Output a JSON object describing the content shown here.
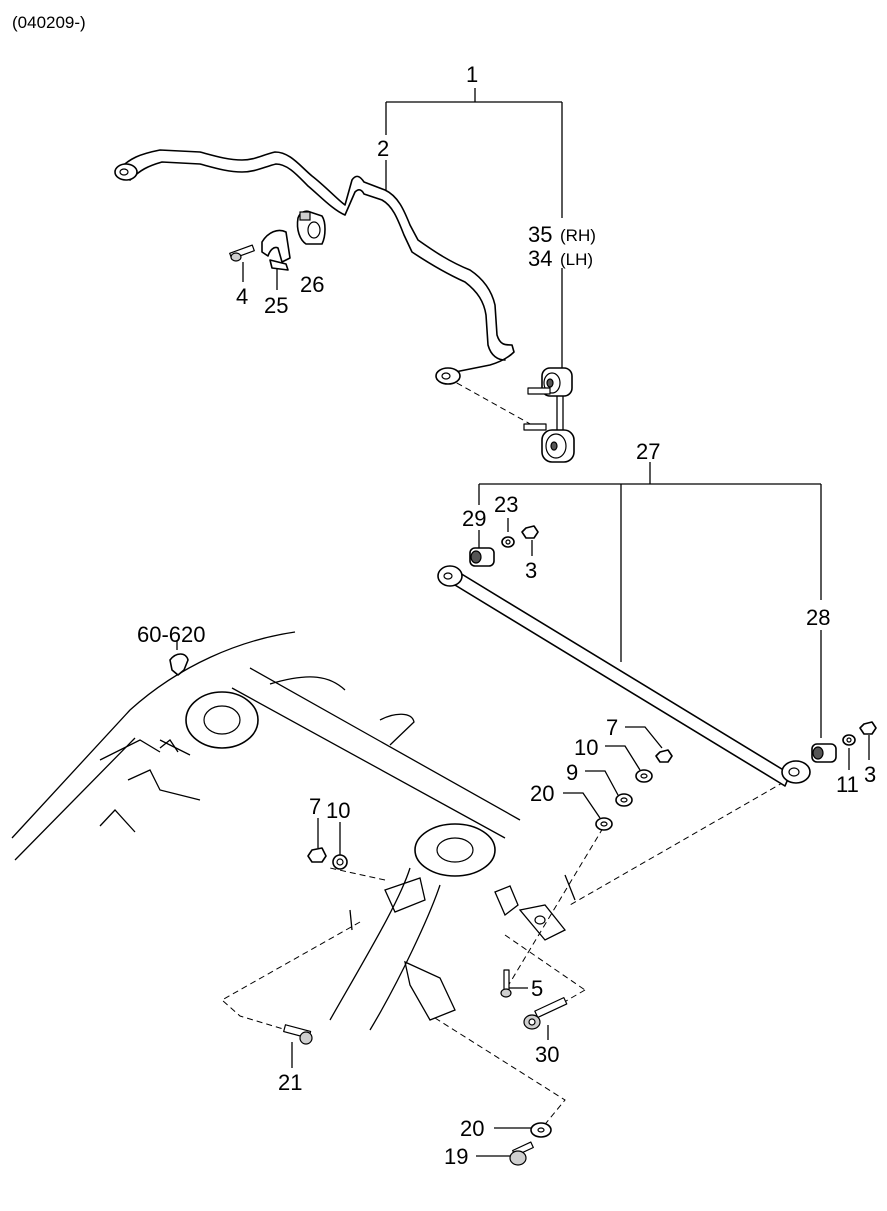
{
  "header": {
    "code": "(040209-)"
  },
  "labels": {
    "p1": "1",
    "p2": "2",
    "p35": "35",
    "p35_side": "(RH)",
    "p34": "34",
    "p34_side": "(LH)",
    "p4": "4",
    "p25": "25",
    "p26": "26",
    "p27": "27",
    "p29": "29",
    "p23": "23",
    "p3a": "3",
    "p28": "28",
    "p60": "60-620",
    "p7a": "7",
    "p10a": "10",
    "p9": "9",
    "p20a": "20",
    "p11": "11",
    "p3b": "3",
    "p7b": "7",
    "p10b": "10",
    "p5": "5",
    "p30": "30",
    "p21": "21",
    "p20b": "20",
    "p19": "19"
  }
}
